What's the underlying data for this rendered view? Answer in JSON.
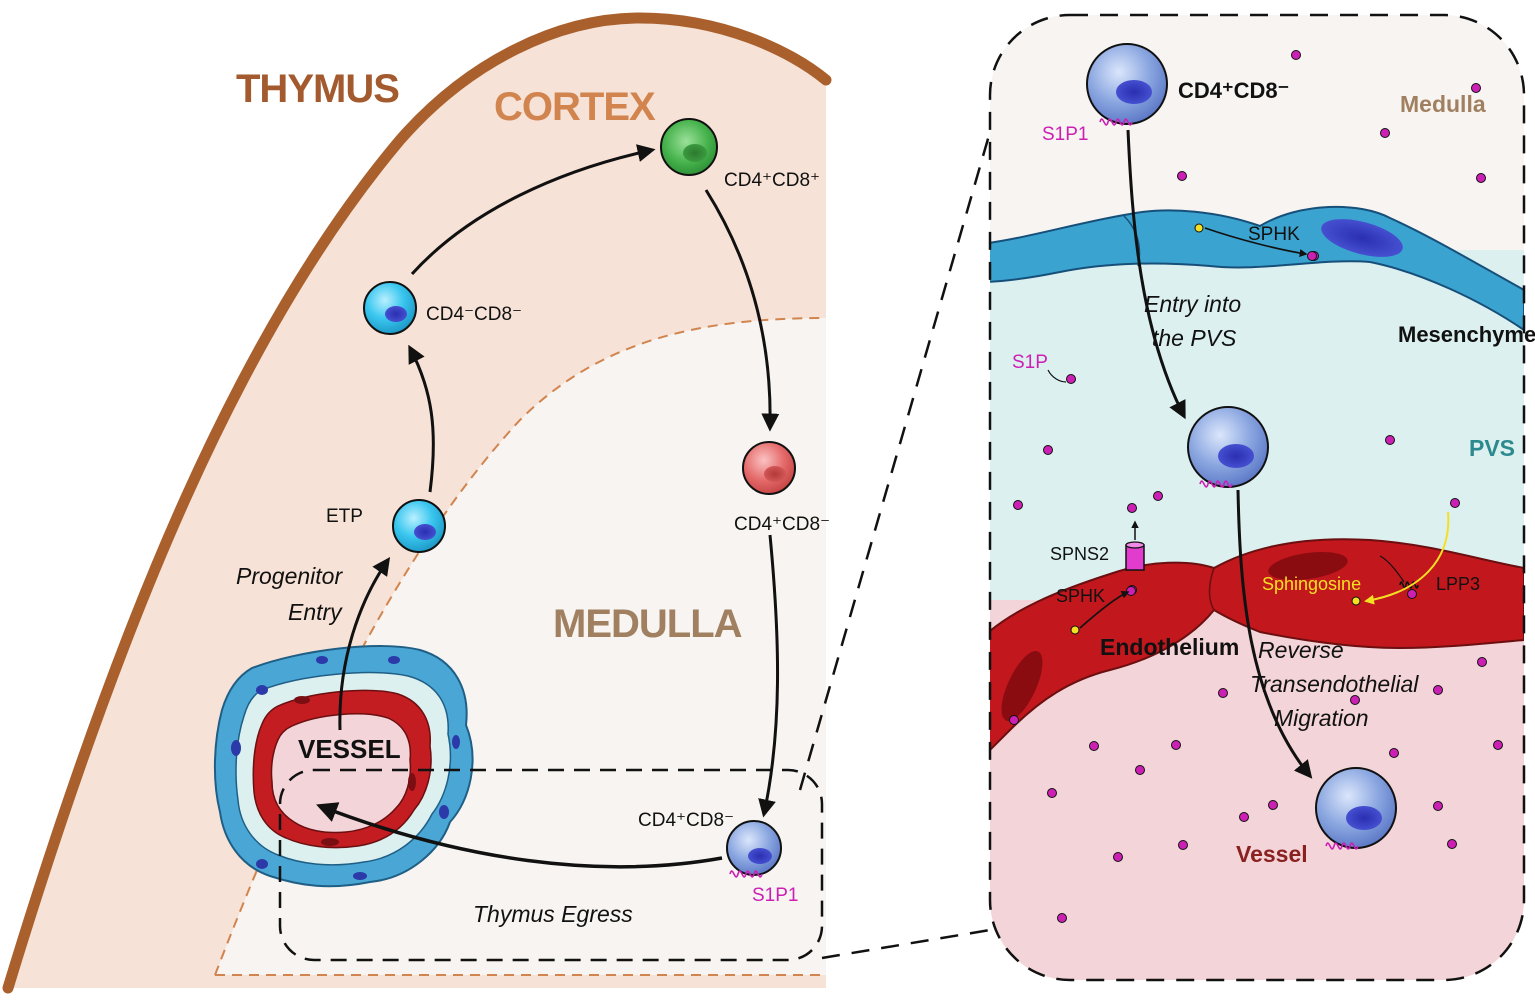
{
  "left_panel": {
    "thymus": "THYMUS",
    "cortex": "CORTEX",
    "medulla": "MEDULLA",
    "vessel": "VESSEL",
    "etp": "ETP",
    "dn_cell": "CD4⁻CD8⁻",
    "dp_cell": "CD4⁺CD8⁺",
    "sp_cell_red": "CD4⁺CD8⁻",
    "sp_cell_blue": "CD4⁺CD8⁻",
    "s1p1": "S1P1",
    "progenitor_entry_line1": "Progenitor",
    "progenitor_entry_line2": "Entry",
    "thymus_egress": "Thymus Egress"
  },
  "right_panel": {
    "top_cell": "CD4⁺CD8⁻",
    "s1p1": "S1P1",
    "medulla": "Medulla",
    "sphk_top": "SPHK",
    "mesenchyme": "Mesenchyme",
    "entry_line1": "Entry into",
    "entry_line2": "the PVS",
    "s1p": "S1P",
    "pvs": "PVS",
    "spns2": "SPNS2",
    "lpp3": "LPP3",
    "sphk_bottom": "SPHK",
    "sphingosine": "Sphingosine",
    "endothelium": "Endothelium",
    "rtm_line1": "Reverse",
    "rtm_line2": "Transendothelial",
    "rtm_line3": "Migration",
    "vessel": "Vessel"
  },
  "colors": {
    "capsule": "#a9602d",
    "cortex_fill": "#f6e2d6",
    "medulla_fill": "#f7f4f1",
    "thymus_text": "#a35a2e",
    "cortex_text": "#d2844f",
    "medulla_text": "#a08060",
    "cyan_cell": "#35c4ee",
    "green_cell": "#3fb04a",
    "red_cell": "#e06060",
    "blue_cell": "#6f8fd3",
    "s1p_magenta": "#cc1fb4",
    "pvs_fill": "#dcf0f0",
    "mesenchyme": "#3ba3cf",
    "endothelium": "#b51a1a",
    "vessel_fill": "#f3d4d8",
    "sphingosine_yellow": "#f4e022"
  }
}
